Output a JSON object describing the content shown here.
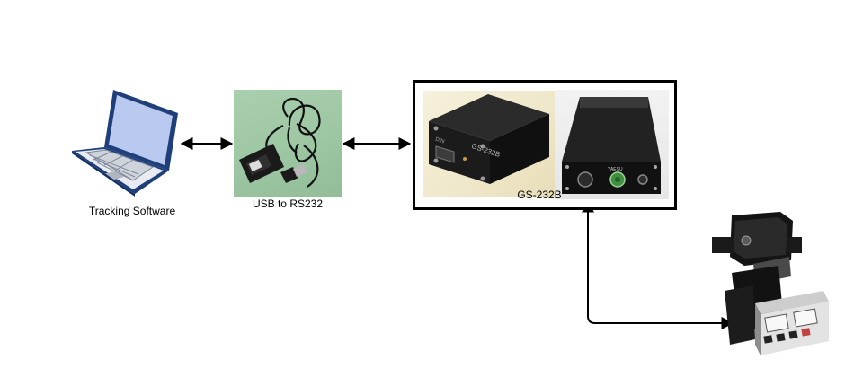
{
  "diagram": {
    "nodes": {
      "laptop": {
        "label": "Tracking Software",
        "icon": "laptop-icon"
      },
      "usb_adapter": {
        "label": "USB to RS232",
        "icon": "usb-serial-cable-photo"
      },
      "controller": {
        "label": "GS-232B",
        "icon": "gs232b-controller-photo"
      },
      "rotator": {
        "label": "",
        "icon": "antenna-rotator-photo"
      }
    },
    "device_text": {
      "model_print": "GS-232B",
      "port_label": "DIN",
      "brand": "YAESU"
    },
    "edges": [
      {
        "from": "laptop",
        "to": "usb_adapter",
        "style": "bidirectional"
      },
      {
        "from": "usb_adapter",
        "to": "controller",
        "style": "bidirectional"
      },
      {
        "from": "rotator",
        "to": "controller",
        "style": "bidirectional"
      }
    ],
    "colors": {
      "line": "#000000",
      "laptop_screen": "#b9c9ef",
      "laptop_body": "#1f3f7a",
      "usb_bg": "#a2c9a8",
      "device_metal": "#1d1d1d"
    }
  }
}
